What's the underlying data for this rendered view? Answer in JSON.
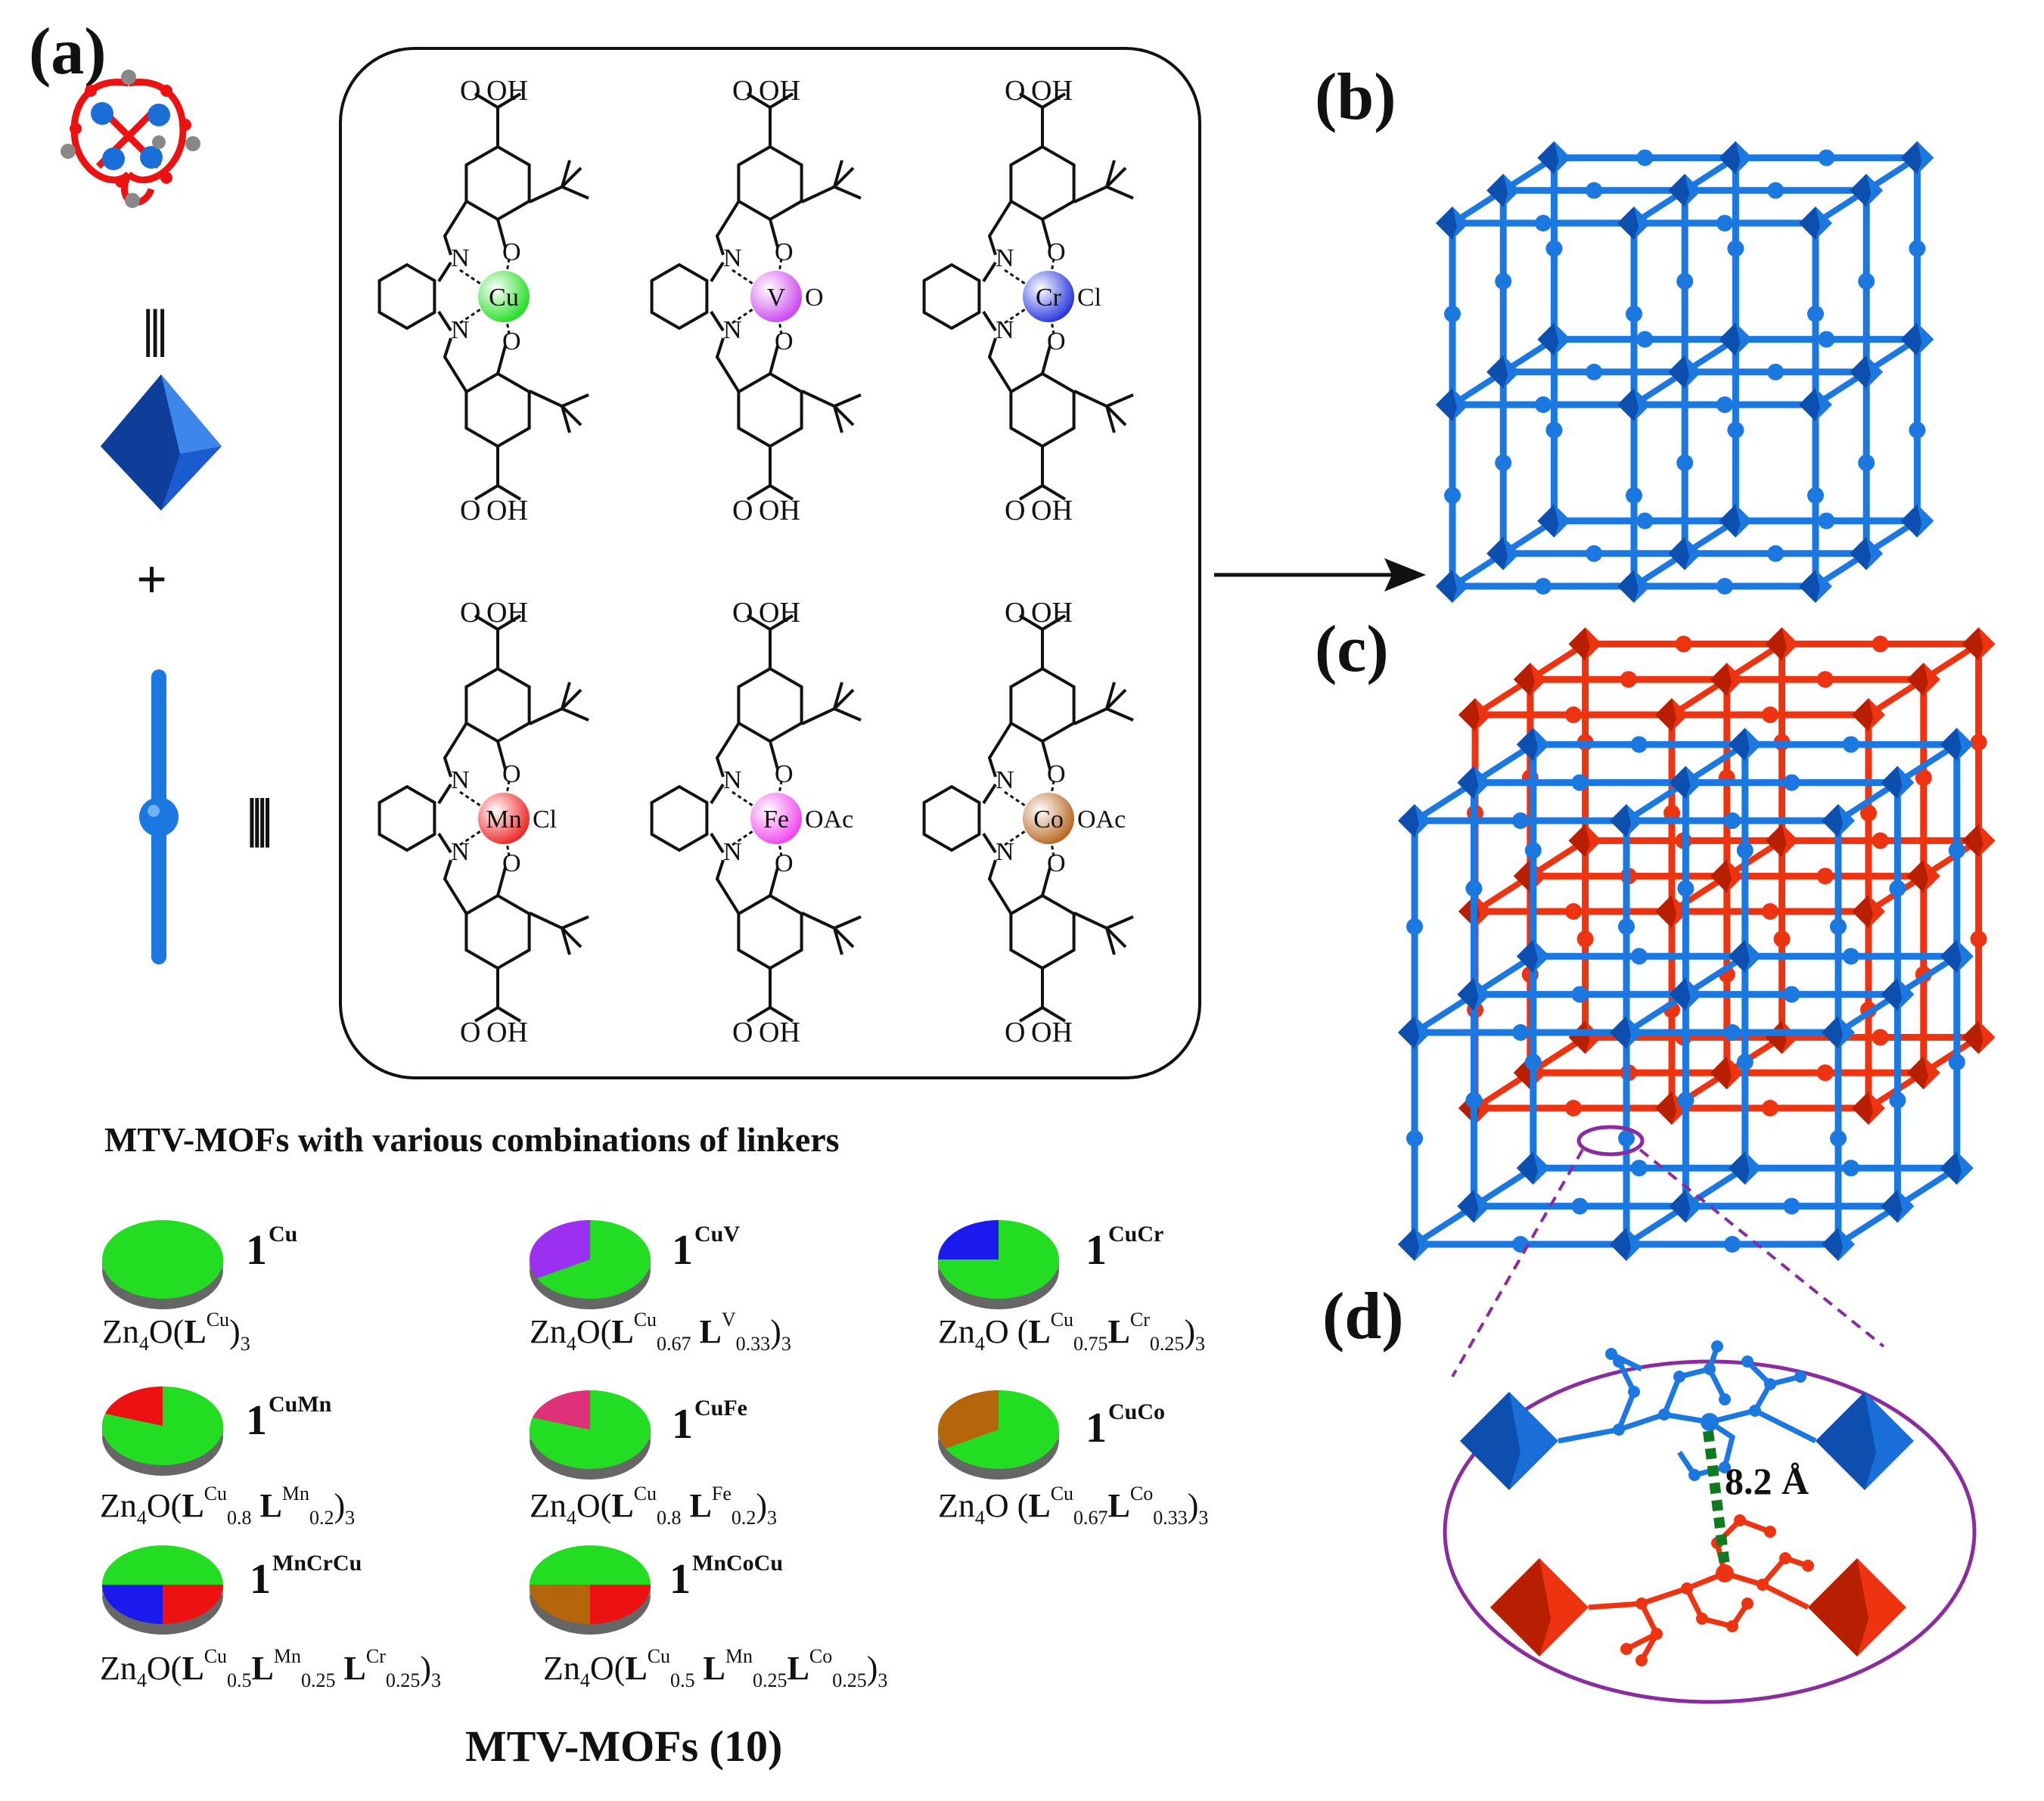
{
  "panels": {
    "a": "(a)",
    "b": "(b)",
    "c": "(c)",
    "d": "(d)"
  },
  "equiv": {
    "small": "|||",
    "big": "||||",
    "plus": "+"
  },
  "linkers": [
    {
      "metal": "Cu",
      "color": "#22dd22",
      "axial": "",
      "top": "O OH",
      "bottom": "O OH"
    },
    {
      "metal": "V",
      "color": "#cc44ee",
      "axial": "O",
      "top": "O OH",
      "bottom": "O OH"
    },
    {
      "metal": "Cr",
      "color": "#2233dd",
      "axial": "Cl",
      "top": "O OH",
      "bottom": "O OH"
    },
    {
      "metal": "Mn",
      "color": "#ee2222",
      "axial": "Cl",
      "top": "O OH",
      "bottom": "O OH"
    },
    {
      "metal": "Fe",
      "color": "#ee44ee",
      "axial": "OAc",
      "top": "O OH",
      "bottom": "O OH"
    },
    {
      "metal": "Co",
      "color": "#b8651e",
      "axial": "OAc",
      "top": "O OH",
      "bottom": "O OH"
    }
  ],
  "heading": "MTV-MOFs with various combinations of linkers",
  "mofs": [
    {
      "sym": "1",
      "sup": "Cu",
      "slices": [
        {
          "v": 1.0,
          "c": "#22dd22"
        }
      ],
      "formula": [
        "Zn",
        "4",
        "O(L",
        "Cu",
        ")",
        "3"
      ]
    },
    {
      "sym": "1",
      "sup": "CuV",
      "slices": [
        {
          "v": 0.67,
          "c": "#22dd22"
        },
        {
          "v": 0.33,
          "c": "#9b30f0"
        }
      ]
    },
    {
      "sym": "1",
      "sup": "CuCr",
      "slices": [
        {
          "v": 0.75,
          "c": "#22dd22"
        },
        {
          "v": 0.25,
          "c": "#1a1aee"
        }
      ]
    },
    {
      "sym": "1",
      "sup": "CuMn",
      "slices": [
        {
          "v": 0.8,
          "c": "#22dd22"
        },
        {
          "v": 0.2,
          "c": "#ee1111"
        }
      ]
    },
    {
      "sym": "1",
      "sup": "CuFe",
      "slices": [
        {
          "v": 0.8,
          "c": "#22dd22"
        },
        {
          "v": 0.2,
          "c": "#e0307a"
        }
      ]
    },
    {
      "sym": "1",
      "sup": "CuCo",
      "slices": [
        {
          "v": 0.67,
          "c": "#22dd22"
        },
        {
          "v": 0.33,
          "c": "#b5660a"
        }
      ]
    },
    {
      "sym": "1",
      "sup": "MnCrCu",
      "slices": [
        {
          "v": 0.5,
          "c": "#22dd22"
        },
        {
          "v": 0.25,
          "c": "#ee1111"
        },
        {
          "v": 0.25,
          "c": "#1a1aee"
        }
      ]
    },
    {
      "sym": "1",
      "sup": "MnCoCu",
      "slices": [
        {
          "v": 0.5,
          "c": "#22dd22"
        },
        {
          "v": 0.25,
          "c": "#ee1111"
        },
        {
          "v": 0.25,
          "c": "#b5660a"
        }
      ]
    }
  ],
  "formulas": {
    "f1": {
      "pre": "Zn",
      "n4": "4",
      "o": "O(",
      "L": "L",
      "s1": "Cu",
      "close": ")",
      "n3": "3"
    },
    "f2": {
      "pre": "Zn",
      "n4": "4",
      "o": "O(",
      "s1": "Cu",
      "x1": "0.67",
      "s2": "V",
      "x2": "0.33",
      "close": ")",
      "n3": "3",
      "L": "L"
    },
    "f3": {
      "pre": "Zn",
      "n4": "4",
      "o": "O (",
      "s1": "Cu",
      "x1": "0.75",
      "s2": "Cr",
      "x2": "0.25",
      "close": ")",
      "n3": "3",
      "L": "L"
    },
    "f4": {
      "pre": "Zn",
      "n4": "4",
      "o": "O(",
      "s1": "Cu",
      "x1": "0.8",
      "s2": "Mn",
      "x2": "0.2",
      "close": ")",
      "n3": "3",
      "L": "L"
    },
    "f5": {
      "pre": "Zn",
      "n4": "4",
      "o": "O(",
      "s1": "Cu",
      "x1": "0.8",
      "s2": "Fe",
      "x2": "0.2",
      "close": ")",
      "n3": "3",
      "L": "L"
    },
    "f6": {
      "pre": "Zn",
      "n4": "4",
      "o": "O (",
      "s1": "Cu",
      "x1": "0.67",
      "s2": "Co",
      "x2": "0.33",
      "close": ")",
      "n3": "3",
      "L": "L"
    },
    "f7": {
      "pre": "Zn",
      "n4": "4",
      "o": "O(",
      "s1": "Cu",
      "x1": "0.5",
      "s2": "Mn",
      "x2": "0.25",
      "s3": "Cr",
      "x3": "0.25",
      "close": ")",
      "n3": "3",
      "L": "L"
    },
    "f8": {
      "pre": "Zn",
      "n4": "4",
      "o": "O(",
      "s1": "Cu",
      "x1": "0.5",
      "s2": "Mn",
      "x2": "0.25",
      "s3": "Co",
      "x3": "0.25",
      "close": ")",
      "n3": "3",
      "L": "L"
    }
  },
  "footer": "MTV-MOFs (10)",
  "distance": "8.2 Å",
  "colors": {
    "blue": "#1a78e0",
    "blue_dark": "#0d4fae",
    "red": "#ee3311",
    "red_dark": "#b81e00",
    "purple": "#8a2ba0",
    "green_dash": "#0f7a1e"
  }
}
